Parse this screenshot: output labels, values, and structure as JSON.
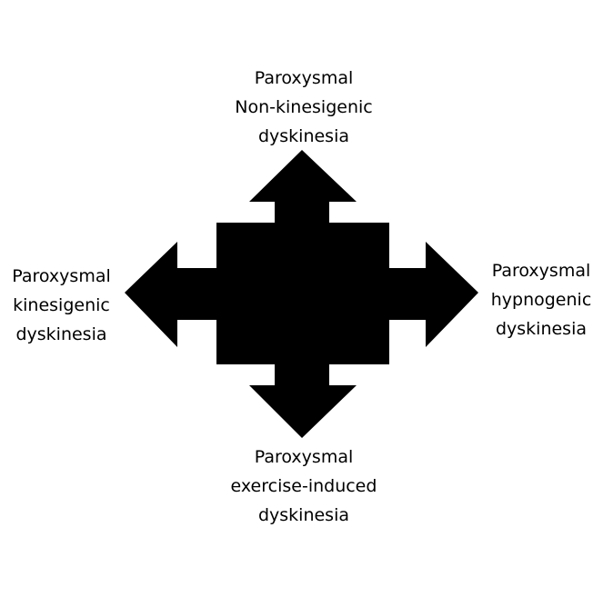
{
  "diagram": {
    "shape_color": "#000000",
    "labels": {
      "top": [
        "Paroxysmal",
        "Non-kinesigenic",
        "dyskinesia"
      ],
      "left": [
        "Paroxysmal",
        "kinesigenic",
        "dyskinesia"
      ],
      "right": [
        "Paroxysmal",
        "hypnogenic",
        "dyskinesia"
      ],
      "bottom": [
        "Paroxysmal",
        "exercise-induced",
        "dyskinesia"
      ]
    }
  }
}
